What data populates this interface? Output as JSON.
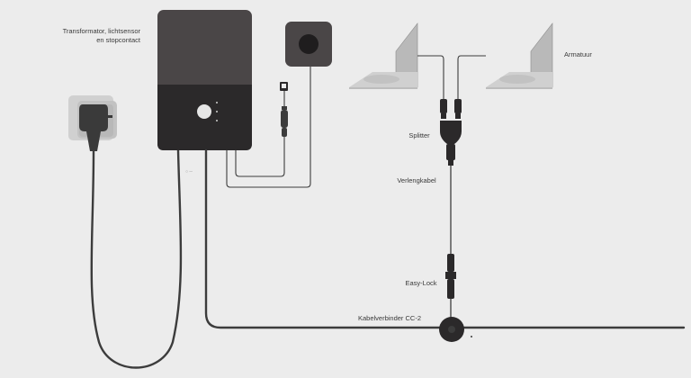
{
  "labels": {
    "transformer_line1": "Transformator, lichtsensor",
    "transformer_line2": "en stopcontact",
    "fixture": "Armatuur",
    "splitter": "Splitter",
    "extension_cable": "Verlengkabel",
    "easy_lock": "Easy-Lock",
    "cable_connector": "Kabelverbinder CC-2"
  },
  "colors": {
    "background": "#ececec",
    "cable": "#3c3c3c",
    "transformer_body": "#4a4647",
    "transformer_panel": "#2b292a",
    "socket": "#c9c9c9",
    "fixture_fill": "#d2d2d2"
  }
}
